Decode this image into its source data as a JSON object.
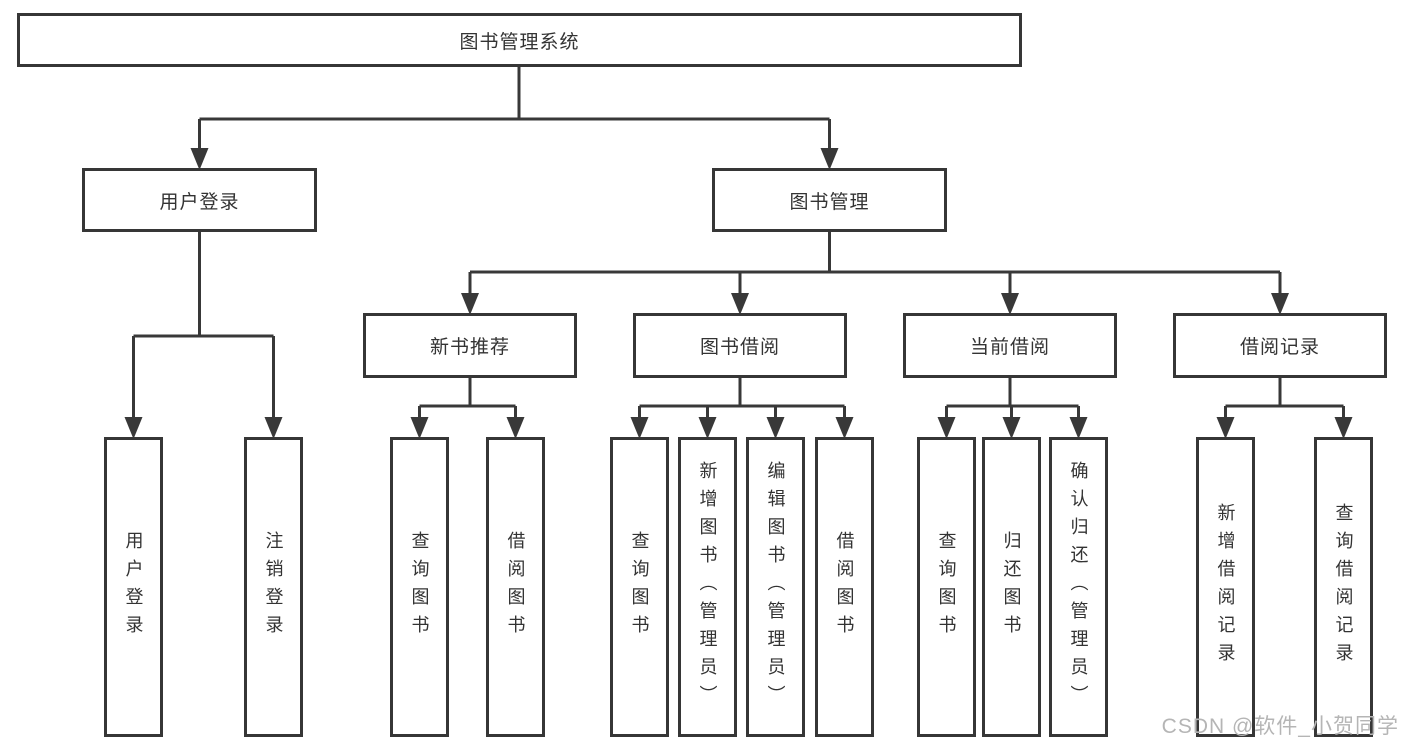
{
  "tree": {
    "root": {
      "label": "图书管理系统",
      "children": [
        {
          "label": "用户登录",
          "children": [
            {
              "label": "用户登录"
            },
            {
              "label": "注销登录"
            }
          ]
        },
        {
          "label": "图书管理",
          "children": [
            {
              "label": "新书推荐",
              "children": [
                {
                  "label": "查询图书"
                },
                {
                  "label": "借阅图书"
                }
              ]
            },
            {
              "label": "图书借阅",
              "children": [
                {
                  "label": "查询图书"
                },
                {
                  "label": "新增图书（管理员）"
                },
                {
                  "label": "编辑图书（管理员）"
                },
                {
                  "label": "借阅图书"
                }
              ]
            },
            {
              "label": "当前借阅",
              "children": [
                {
                  "label": "查询图书"
                },
                {
                  "label": "归还图书"
                },
                {
                  "label": "确认归还（管理员）"
                }
              ]
            },
            {
              "label": "借阅记录",
              "children": [
                {
                  "label": "新增借阅记录"
                },
                {
                  "label": "查询借阅记录"
                }
              ]
            }
          ]
        }
      ]
    }
  },
  "watermark": {
    "text": "CSDN @软件_小贺同学"
  },
  "colors": {
    "border_and_lines": "#383838",
    "text": "#333333",
    "watermark": "#b5b5b5",
    "background": "#ffffff"
  }
}
